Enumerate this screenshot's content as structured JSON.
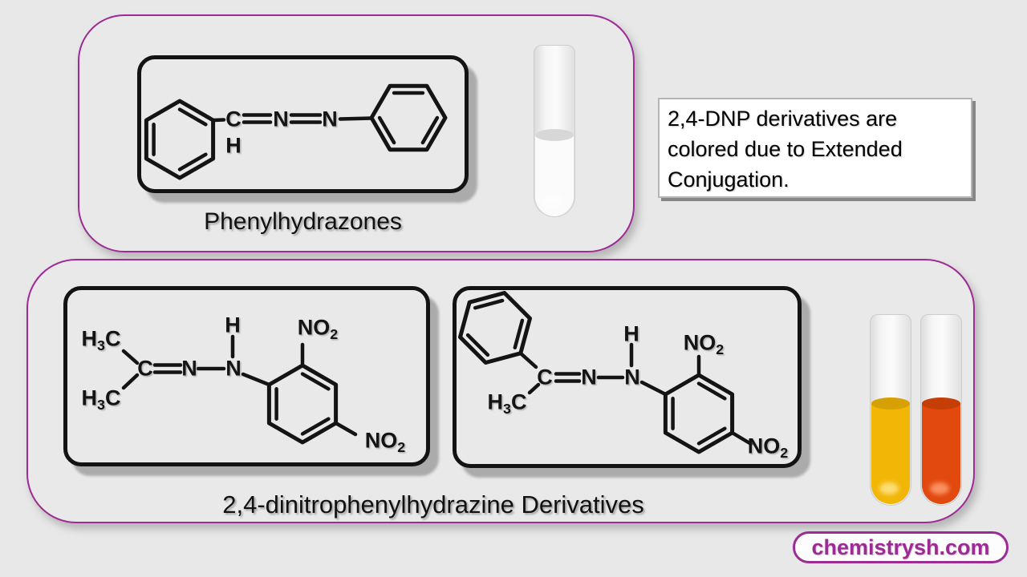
{
  "colors": {
    "accent_purple": "#9c2b96",
    "background": "#e9e8e8",
    "bond_black": "#141414",
    "tube_yellow": "#f2b606",
    "tube_orange": "#e1490e",
    "tube_colorless": "#fbfbfb"
  },
  "top_panel": {
    "label": "Phenylhydrazones",
    "test_tube": {
      "appearance": "colorless"
    }
  },
  "note_box": {
    "lines": [
      "2,4-DNP derivatives are",
      "colored due to Extended",
      "Conjugation."
    ]
  },
  "bottom_panel": {
    "label": "2,4-dinitrophenylhydrazine Derivatives",
    "test_tubes": [
      {
        "appearance": "yellow",
        "color": "#f2b606"
      },
      {
        "appearance": "orange-red",
        "color": "#e1490e"
      }
    ]
  },
  "atoms": {
    "c": "C",
    "n": "N",
    "h": "H",
    "h3c": {
      "h": "H",
      "sub": "3",
      "c": "C"
    },
    "no2": {
      "main": "NO",
      "sub": "2"
    }
  },
  "watermark": {
    "text": "chemistrysh.com"
  }
}
